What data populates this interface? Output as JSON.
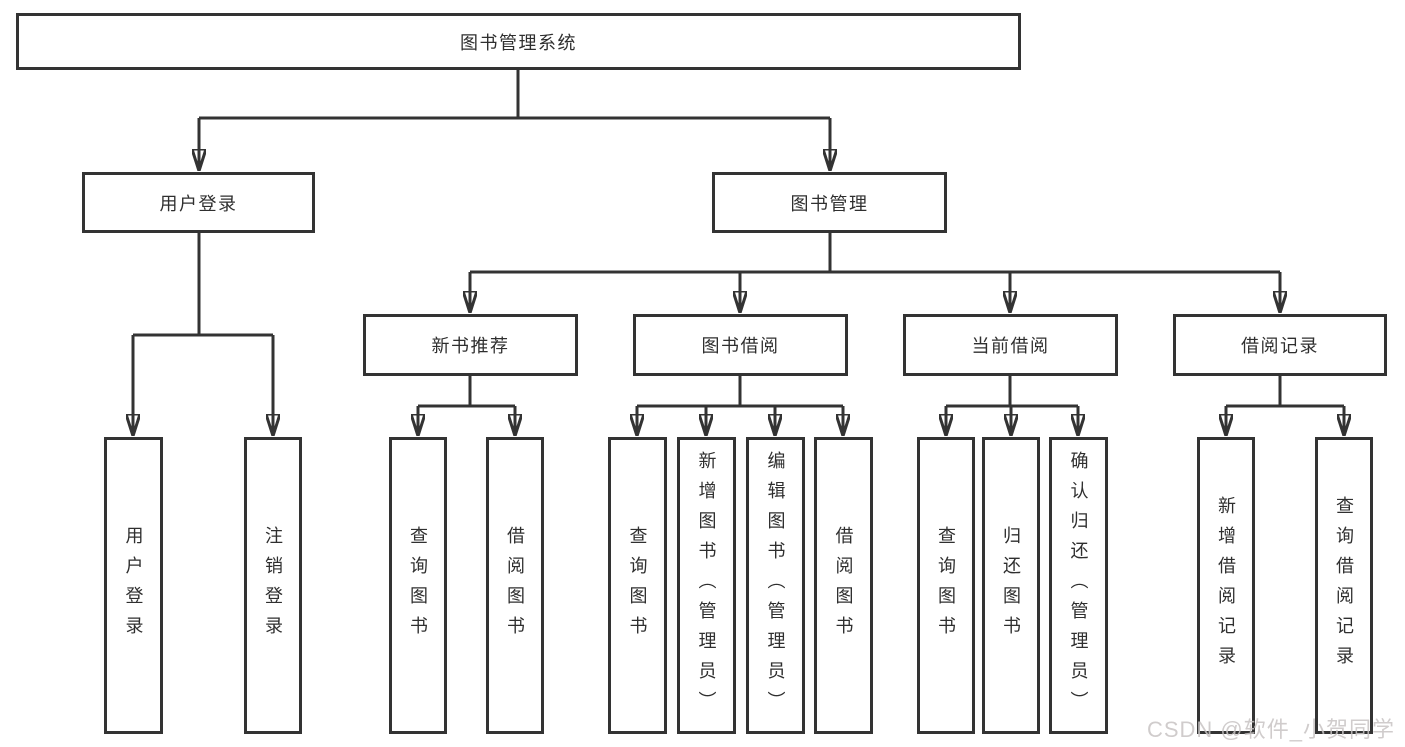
{
  "tree": {
    "root": "图书管理系统",
    "children": [
      {
        "label": "用户登录",
        "children": [
          "用户登录",
          "注销登录"
        ]
      },
      {
        "label": "图书管理",
        "children": [
          {
            "label": "新书推荐",
            "children": [
              "查询图书",
              "借阅图书"
            ]
          },
          {
            "label": "图书借阅",
            "children": [
              "查询图书",
              "新增图书（管理员）",
              "编辑图书（管理员）",
              "借阅图书"
            ]
          },
          {
            "label": "当前借阅",
            "children": [
              "查询图书",
              "归还图书",
              "确认归还（管理员）"
            ]
          },
          {
            "label": "借阅记录",
            "children": [
              "新增借阅记录",
              "查询借阅记录"
            ]
          }
        ]
      }
    ]
  },
  "watermark": "CSDN @软件_小贺同学",
  "colors": {
    "line": "#333333",
    "background": "#ffffff",
    "watermark": "#c8c4c4"
  }
}
